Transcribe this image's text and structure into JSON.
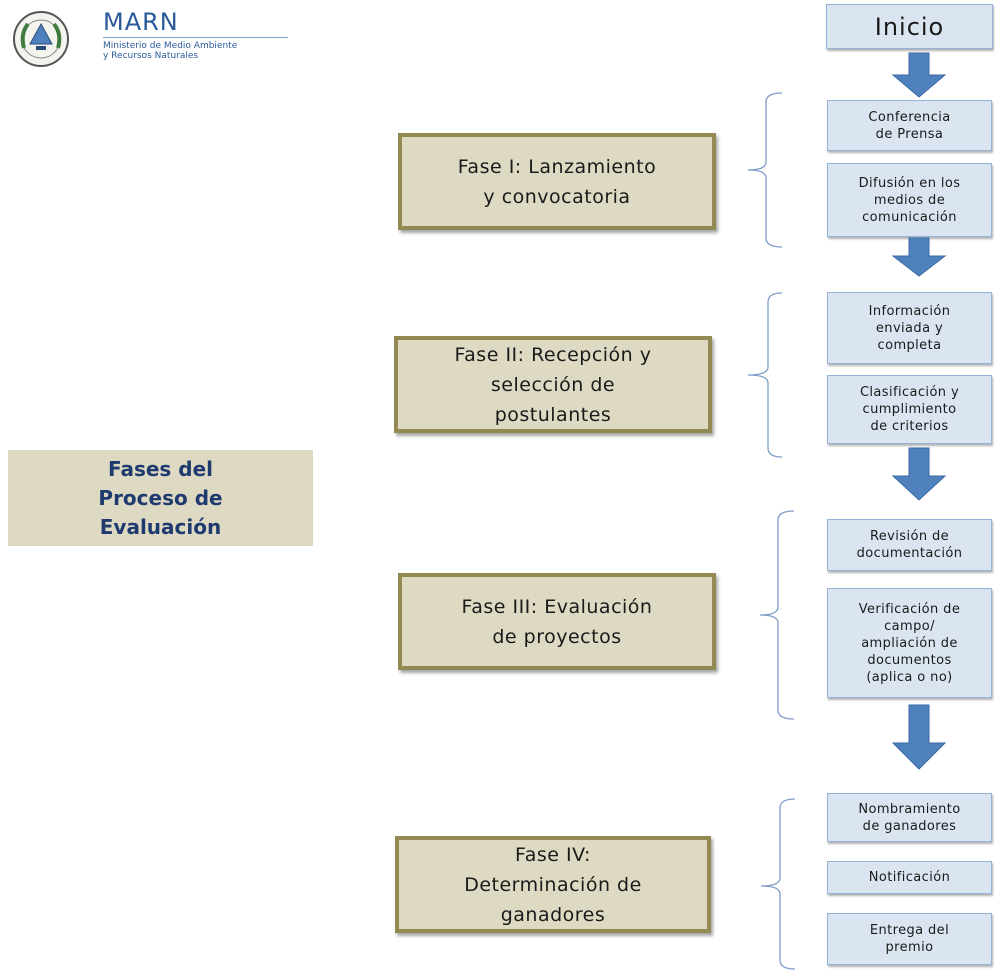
{
  "logo": {
    "title": "MARN",
    "subtitle": "Ministerio de Medio Ambiente\ny Recursos Naturales"
  },
  "main_label": "Fases del\nProceso de\nEvaluación",
  "start": "Inicio",
  "phases": [
    {
      "label": "Fase I: Lanzamiento\ny convocatoria",
      "steps": [
        "Conferencia\nde Prensa",
        "Difusión en los\nmedios de\ncomunicación"
      ]
    },
    {
      "label": "Fase II: Recepción y\nselección de\npostulantes",
      "steps": [
        "Información\nenviada y\ncompleta",
        "Clasificación y\ncumplimiento\nde criterios"
      ]
    },
    {
      "label": "Fase III: Evaluación\nde proyectos",
      "steps": [
        "Revisión de\ndocumentación",
        "Verificación de\ncampo/\nampliación de\ndocumentos\n(aplica o no)"
      ]
    },
    {
      "label": "Fase IV:\nDeterminación de\nganadores",
      "steps": [
        "Nombramiento\nde ganadores",
        "Notificación",
        "Entrega del\npremio"
      ]
    }
  ],
  "colors": {
    "phase_fill": "#ddd9c3",
    "phase_border": "#938953",
    "step_fill": "#dbe5f1",
    "step_border": "#95b3d7",
    "arrow": "#4f81bd",
    "label_text": "#1f3a6e"
  }
}
